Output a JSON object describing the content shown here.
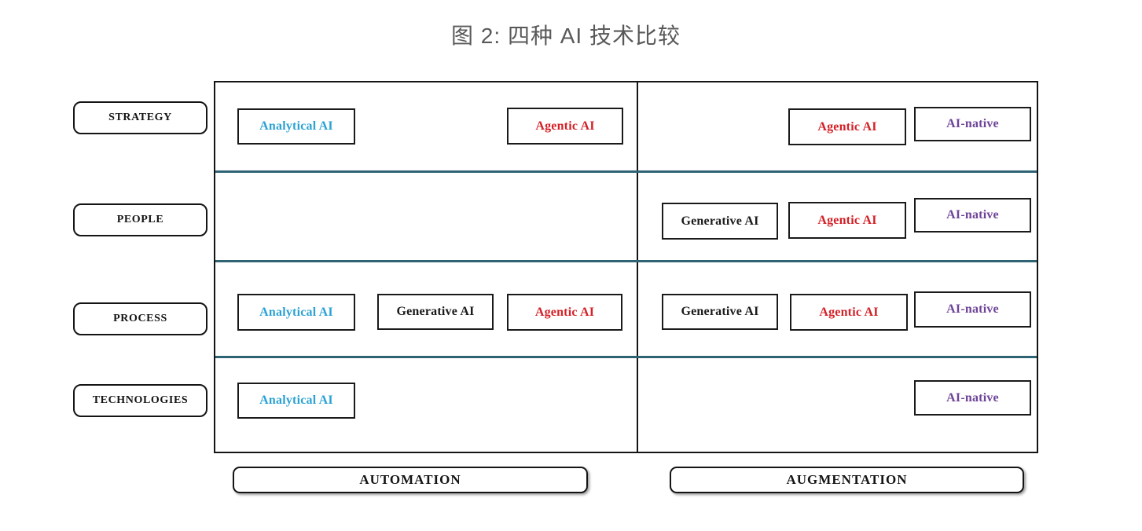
{
  "title": "图 2: 四种 AI 技术比较",
  "row_labels": {
    "strategy": "STRATEGY",
    "people": "PEOPLE",
    "process": "PROCESS",
    "technologies": "TECHNOLOGIES"
  },
  "column_labels": {
    "automation": "AUTOMATION",
    "augmentation": "AUGMENTATION"
  },
  "ai_types": {
    "analytical": {
      "label": "Analytical AI",
      "color": "#2ba2d4"
    },
    "generative": {
      "label": "Generative AI",
      "color": "#1a1a1a"
    },
    "agentic": {
      "label": "Agentic AI",
      "color": "#d42127"
    },
    "ai_native": {
      "label": "AI-native",
      "color": "#6e4499"
    }
  },
  "divider_color": "#2e6374",
  "matrix": {
    "strategy": {
      "automation": [
        "Analytical AI",
        "Agentic AI"
      ],
      "augmentation": [
        "Agentic AI",
        "AI-native"
      ]
    },
    "people": {
      "automation": [],
      "augmentation": [
        "Generative AI",
        "Agentic AI",
        "AI-native"
      ]
    },
    "process": {
      "automation": [
        "Analytical AI",
        "Generative AI",
        "Agentic AI"
      ],
      "augmentation": [
        "Generative AI",
        "Agentic AI",
        "AI-native"
      ]
    },
    "technologies": {
      "automation": [
        "Analytical AI"
      ],
      "augmentation": [
        "AI-native"
      ]
    }
  }
}
